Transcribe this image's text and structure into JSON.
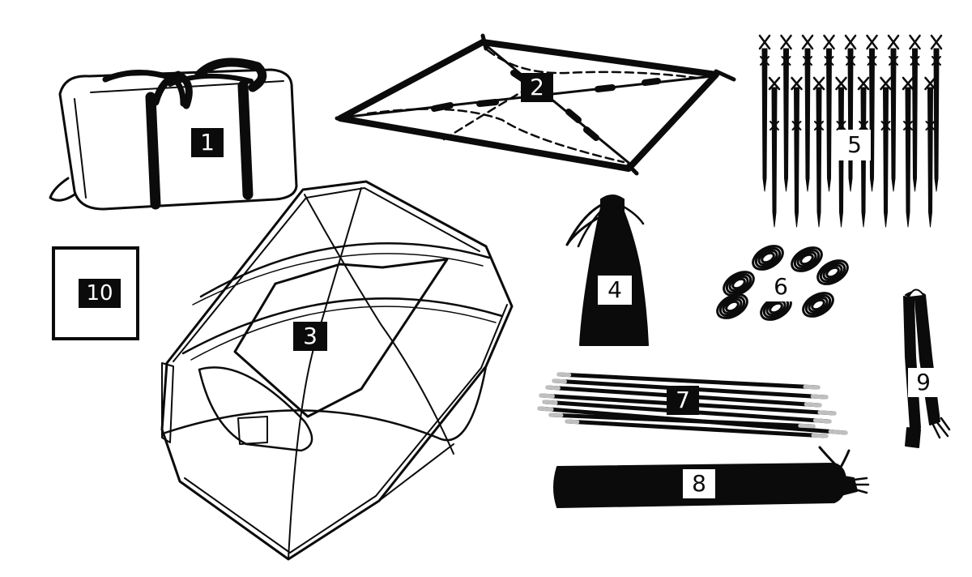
{
  "items": [
    {
      "id": 1,
      "label": "1",
      "icon": "carry-bag-icon"
    },
    {
      "id": 2,
      "label": "2",
      "icon": "footprint-groundsheet-icon"
    },
    {
      "id": 3,
      "label": "3",
      "icon": "tent-icon"
    },
    {
      "id": 4,
      "label": "4",
      "icon": "stake-sack-icon"
    },
    {
      "id": 5,
      "label": "5",
      "icon": "tent-stakes-icon"
    },
    {
      "id": 6,
      "label": "6",
      "icon": "guy-lines-icon"
    },
    {
      "id": 7,
      "label": "7",
      "icon": "tent-poles-icon"
    },
    {
      "id": 8,
      "label": "8",
      "icon": "pole-bag-icon"
    },
    {
      "id": 9,
      "label": "9",
      "icon": "strap-icon"
    },
    {
      "id": 10,
      "label": "10",
      "icon": "empty-frame-icon"
    }
  ],
  "colors": {
    "ink": "#0b0b0b",
    "paper": "#ffffff",
    "pole_tip": "#bfbfbf"
  }
}
